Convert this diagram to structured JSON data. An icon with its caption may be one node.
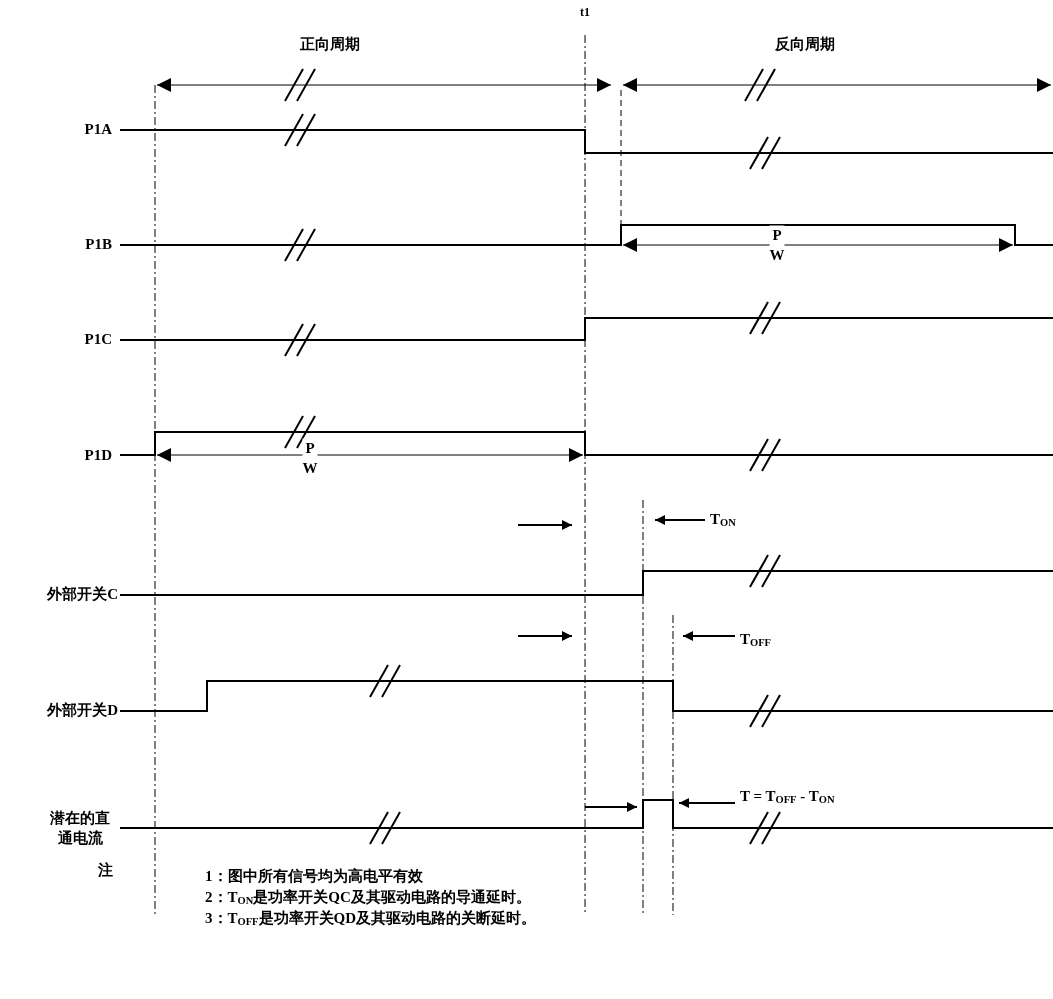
{
  "diagram": {
    "labels": [
      "t1",
      "正向周期",
      "反向周期",
      "P1A",
      "P1B",
      "P W",
      "P1C",
      "P1D",
      "P W",
      "T$_{ON}$",
      "外部开关C",
      "T$_{OFF}$",
      "外部开关D",
      "潜在的直通电流",
      "T = T$_{OFF}$ - T$_{ON}$",
      "注",
      "1：图中所有信号均为高电平有效",
      "2：T$_{ON}$是功率开关QC及其驱动电路的导通延时。",
      "3：T$_{OFF}$是功率开关QD及其驱动电路的关断延时。"
    ]
  }
}
